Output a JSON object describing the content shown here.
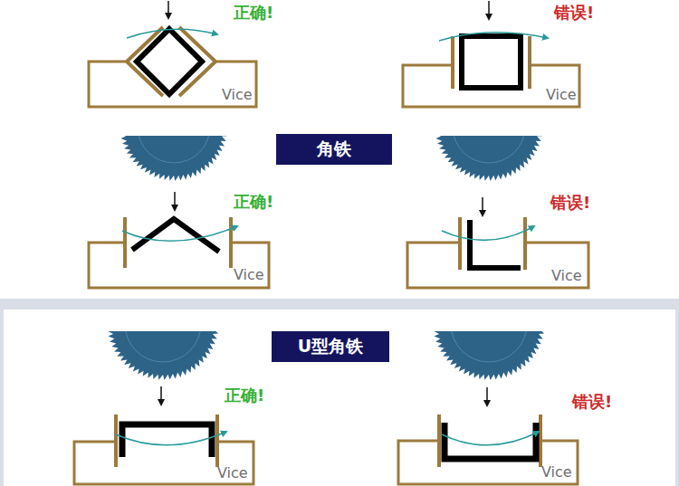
{
  "diagram": {
    "nodes": [
      {
        "text": [
          "角铁"
        ]
      },
      {
        "text": [
          "U型角铁"
        ]
      }
    ],
    "labels": [
      "正确!",
      "Vice",
      "错误!",
      "Vice",
      "正确!",
      "Vice",
      "错误!",
      "Vice",
      "正确!",
      "Vice",
      "错误!",
      "Vice"
    ]
  }
}
